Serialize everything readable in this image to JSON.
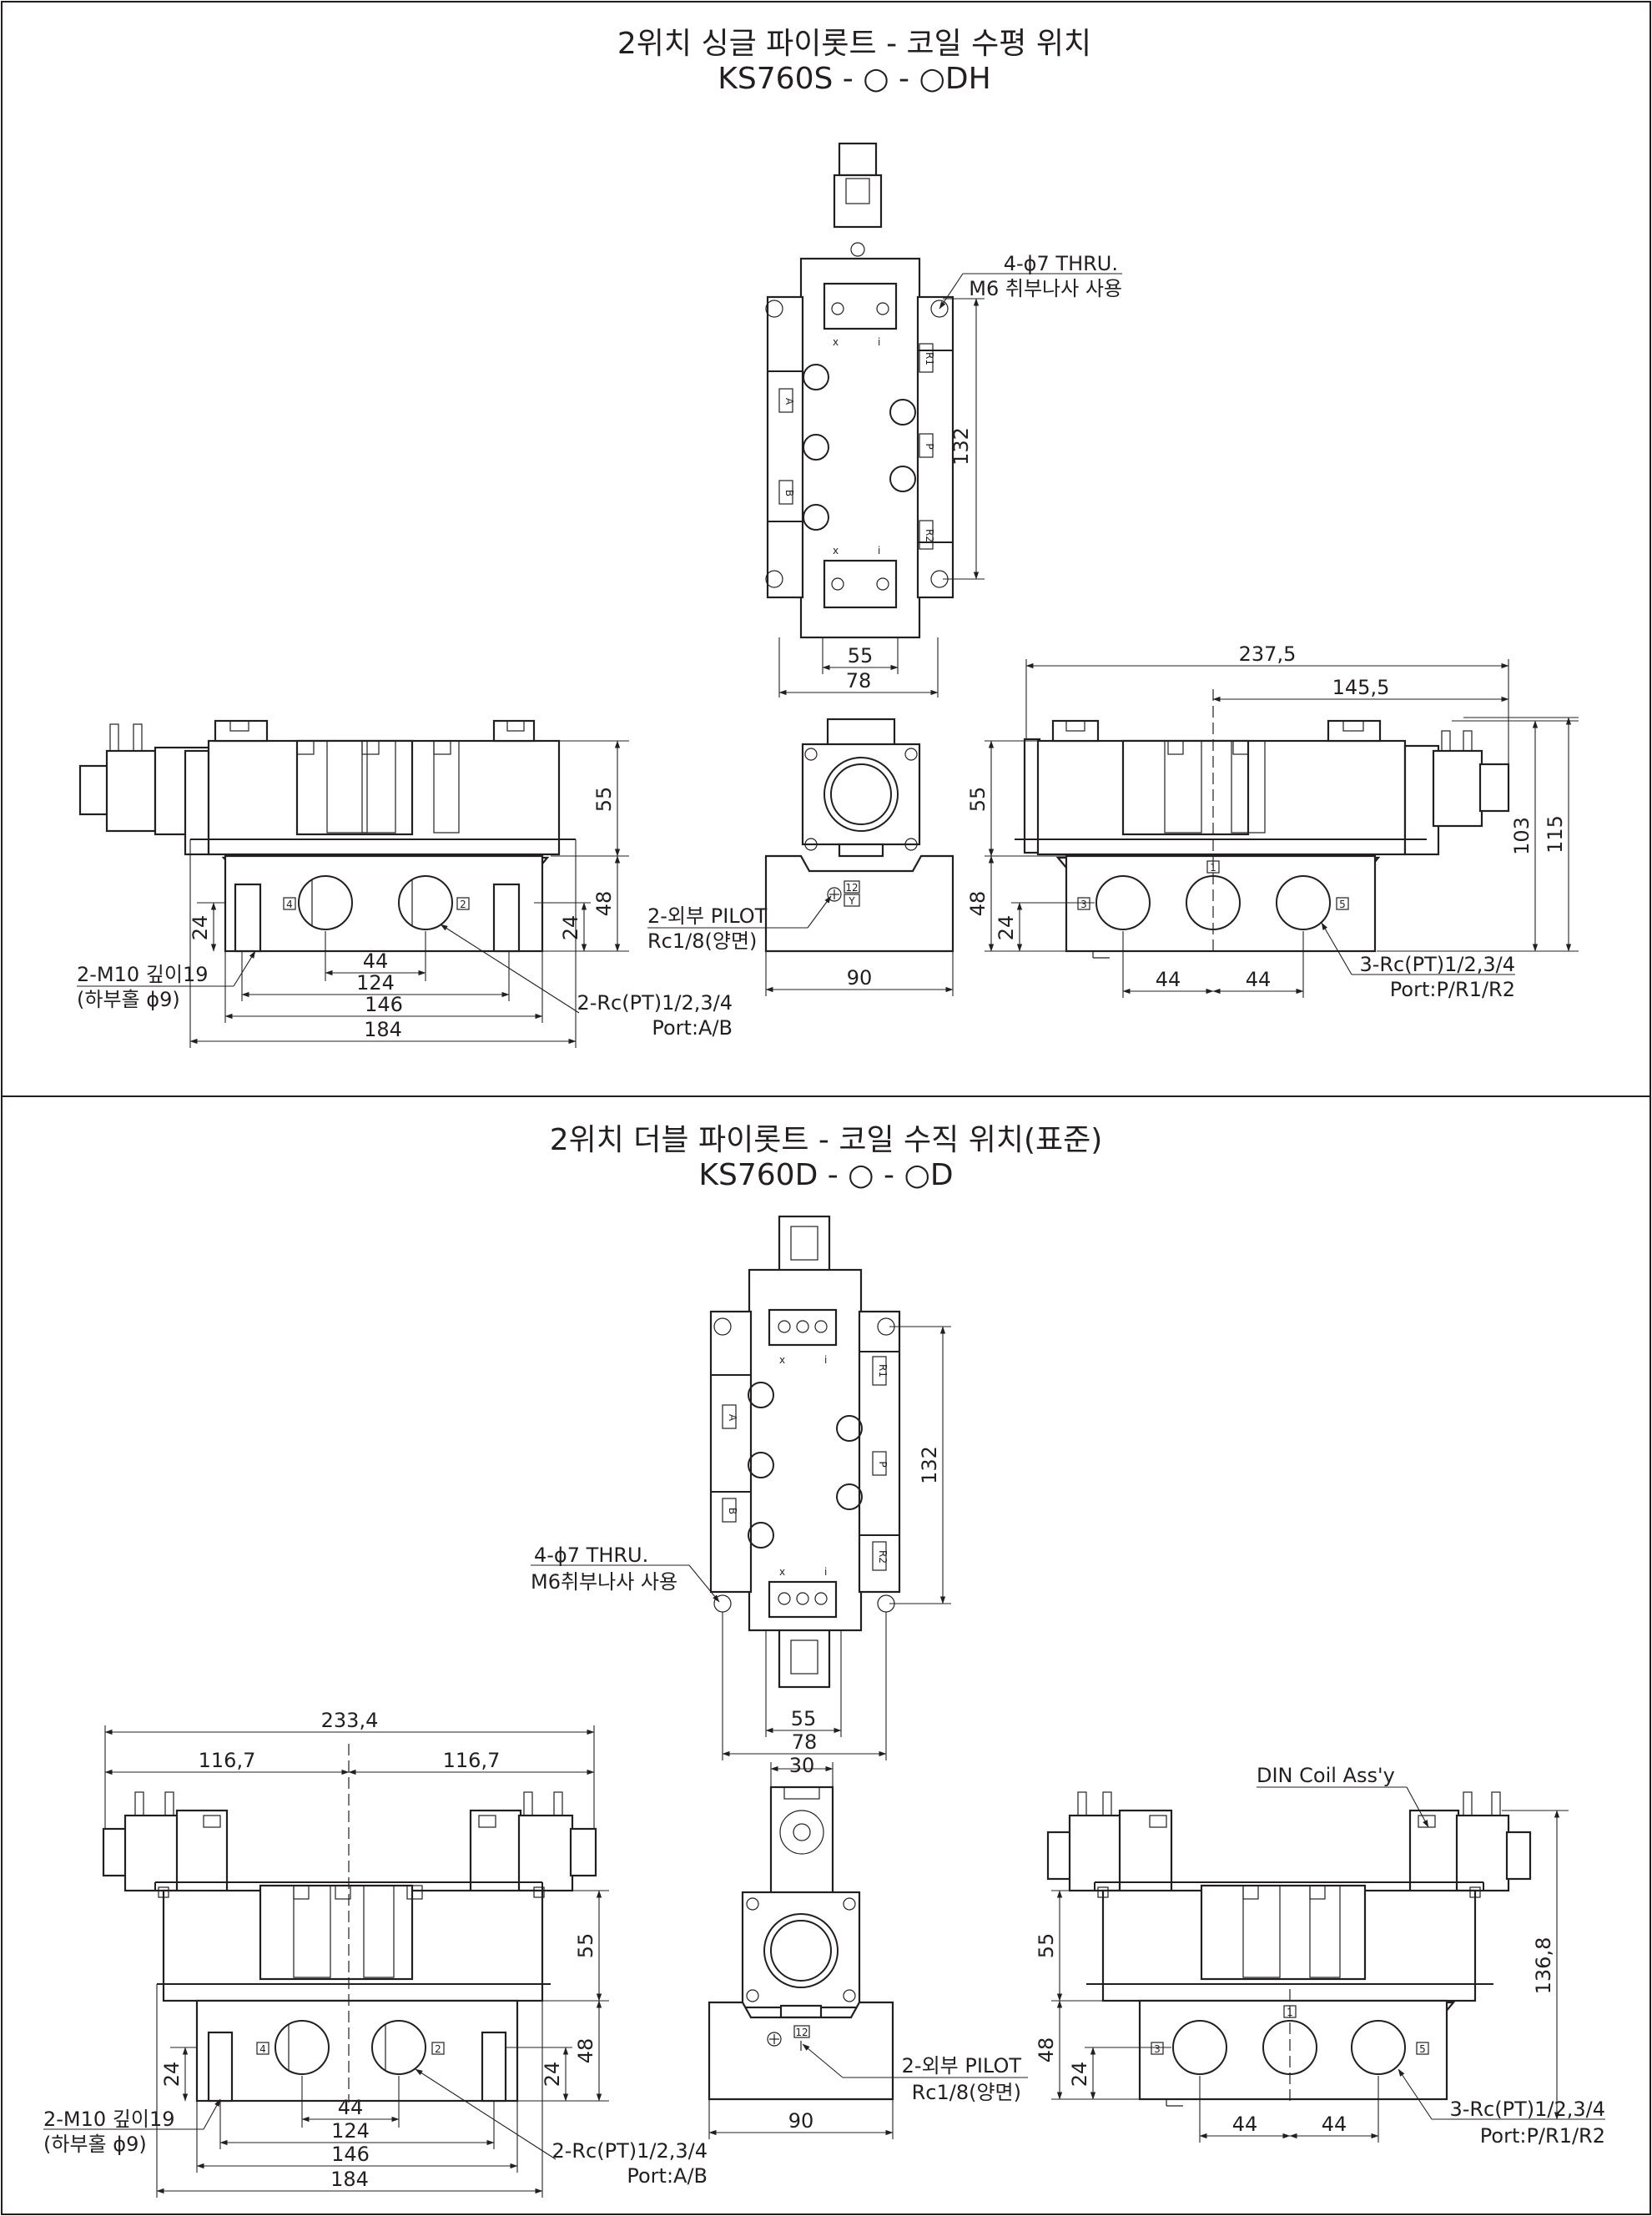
{
  "section_single": {
    "title_line1": "2위치 싱글 파이롯트 - 코일 수평 위치",
    "title_line2": "KS760S - ○ - ○DH",
    "top_view": {
      "mount_note_1": "4-ϕ7 THRU.",
      "mount_note_2": "M6 취부나사 사용",
      "dim_pitch": "132",
      "dim_inner_width": "55",
      "dim_outer_width": "78",
      "port_labels": [
        "R1",
        "P",
        "R2",
        "A",
        "B"
      ],
      "pilot_marks": [
        "x",
        "i",
        "x",
        "i"
      ]
    },
    "front_view": {
      "dim_body_height": "55",
      "dim_base_height": "48",
      "dim_port_center_left": "24",
      "dim_port_center_right": "24",
      "dim_port_pitch": "44",
      "dim_mount_pitch": "124",
      "dim_base_length": "146",
      "dim_overall_length": "184",
      "tap_note_1": "2-M10 깊이19",
      "tap_note_2": "(하부홀 ϕ9)",
      "port_note_1": "2-Rc(PT)1/2,3/4",
      "port_note_2": "Port:A/B",
      "port_marks": [
        "4",
        "2"
      ]
    },
    "side_view": {
      "pilot_note_1": "2-외부 PILOT",
      "pilot_note_2": "Rc1/8(양면)",
      "dim_width": "90",
      "port_marks": [
        "12",
        "Y"
      ]
    },
    "rear_view": {
      "dim_overall": "237,5",
      "dim_to_center": "145,5",
      "dim_body_height": "55",
      "dim_base_height": "48",
      "dim_port_center": "24",
      "dim_height_103": "103",
      "dim_height_115": "115",
      "dim_port_pitch_1": "44",
      "dim_port_pitch_2": "44",
      "port_note_1": "3-Rc(PT)1/2,3/4",
      "port_note_2": "Port:P/R1/R2",
      "port_marks": [
        "3",
        "1",
        "5"
      ]
    }
  },
  "section_double": {
    "title_line1": "2위치 더블 파이롯트 - 코일 수직 위치(표준)",
    "title_line2": "KS760D - ○ - ○D",
    "top_view": {
      "mount_note_1": "4-ϕ7 THRU.",
      "mount_note_2": "M6취부나사 사용",
      "dim_pitch": "132",
      "dim_inner_width": "55",
      "dim_outer_width": "78",
      "port_labels": [
        "R1",
        "P",
        "R2",
        "A",
        "B"
      ],
      "pilot_marks": [
        "x",
        "i",
        "x",
        "i"
      ]
    },
    "front_view": {
      "dim_overall": "233,4",
      "dim_half_left": "116,7",
      "dim_half_right": "116,7",
      "dim_body_height": "55",
      "dim_base_height": "48",
      "dim_port_center_left": "24",
      "dim_port_center_right": "24",
      "dim_port_pitch": "44",
      "dim_mount_pitch": "124",
      "dim_base_length": "146",
      "dim_overall_length": "184",
      "tap_note_1": "2-M10 깊이19",
      "tap_note_2": "(하부홀 ϕ9)",
      "port_note_1": "2-Rc(PT)1/2,3/4",
      "port_note_2": "Port:A/B",
      "port_marks": [
        "4",
        "2"
      ]
    },
    "side_view": {
      "dim_coil_width": "30",
      "pilot_note_1": "2-외부 PILOT",
      "pilot_note_2": "Rc1/8(양면)",
      "dim_width": "90",
      "port_marks": [
        "12"
      ]
    },
    "rear_view": {
      "coil_note": "DIN Coil Ass'y",
      "dim_body_height": "55",
      "dim_base_height": "48",
      "dim_port_center": "24",
      "dim_height_136": "136,8",
      "dim_port_pitch_1": "44",
      "dim_port_pitch_2": "44",
      "port_note_1": "3-Rc(PT)1/2,3/4",
      "port_note_2": "Port:P/R1/R2",
      "port_marks": [
        "3",
        "1",
        "5"
      ]
    }
  }
}
